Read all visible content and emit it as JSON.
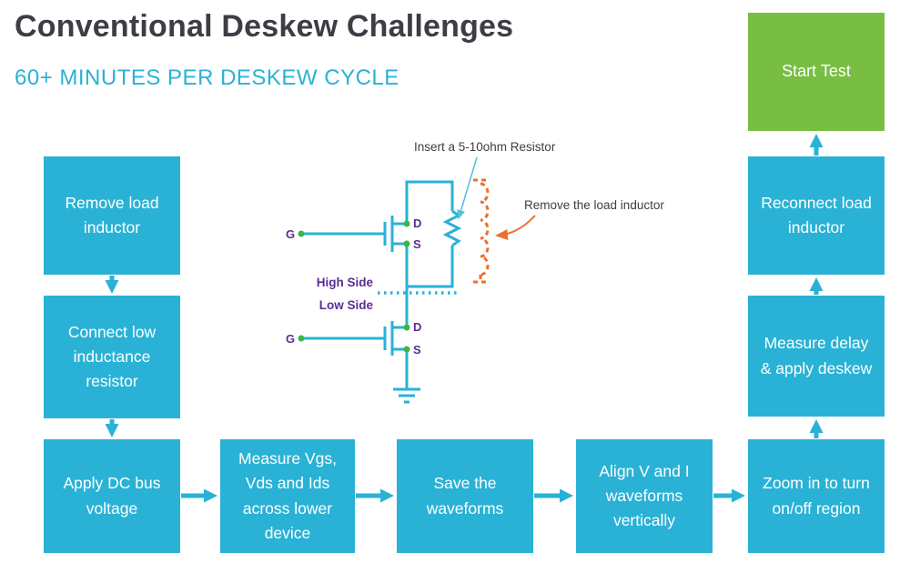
{
  "header": {
    "title": "Conventional Deskew Challenges",
    "subtitle": "60+ MINUTES PER DESKEW CYCLE"
  },
  "flow": {
    "start": {
      "label": "Start Test"
    },
    "steps": [
      {
        "label": "Remove load inductor"
      },
      {
        "label": "Connect low inductance resistor"
      },
      {
        "label": "Apply DC bus voltage"
      },
      {
        "label": "Measure Vgs, Vds and Ids across lower device"
      },
      {
        "label": "Save the waveforms"
      },
      {
        "label": "Align V and I waveforms vertically"
      },
      {
        "label": "Zoom in to turn on/off region"
      },
      {
        "label": "Measure delay & apply deskew"
      },
      {
        "label": "Reconnect load inductor"
      }
    ]
  },
  "circuit": {
    "resistor_note": "Insert a 5-10ohm Resistor",
    "inductor_note": "Remove the load inductor",
    "high_side": "High Side",
    "low_side": "Low Side",
    "gate": "G",
    "drain": "D",
    "source": "S"
  },
  "colors": {
    "teal": "#29b2d6",
    "green": "#77be43",
    "dark": "#3d3d46",
    "purple": "#5b2d90",
    "orange": "#ea702d",
    "dot_green": "#3cb54b"
  }
}
